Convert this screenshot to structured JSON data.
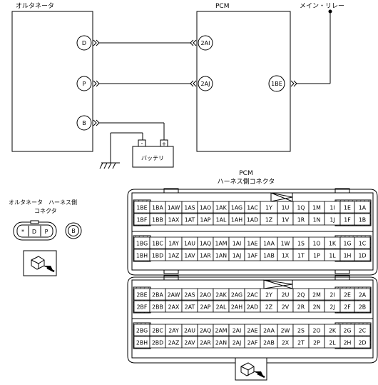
{
  "wiring": {
    "alternator_title": "オルタネータ",
    "pcm_title": "PCM",
    "main_relay": "メイン・リレー",
    "battery": "バッテリ",
    "battery_minus": "-",
    "battery_plus": "+",
    "alt_terminals": [
      "D",
      "P",
      "B"
    ],
    "pcm_left_terminals": [
      "2AI",
      "2AJ"
    ],
    "pcm_right_terminal": "1BE"
  },
  "connector_alt": {
    "title_line1": "オルタネータ　ハーネス側",
    "title_line2": "コネクタ",
    "pins": [
      "*",
      "D",
      "P"
    ],
    "b_terminal": "B"
  },
  "connector_pcm": {
    "title_line1": "PCM",
    "title_line2": "ハーネス側コネクタ",
    "c1": {
      "rows": [
        [
          "1BE",
          "1BA",
          "1AW",
          "1AS",
          "1AO",
          "1AK",
          "1AG",
          "1AC",
          "1Y",
          "1U",
          "1Q",
          "1M",
          "1I",
          "1E",
          "1A"
        ],
        [
          "1BF",
          "1BB",
          "1AX",
          "1AT",
          "1AP",
          "1AL",
          "1AH",
          "1AD",
          "1Z",
          "1V",
          "1R",
          "1N",
          "1J",
          "1F",
          "1B"
        ],
        [
          "1BG",
          "1BC",
          "1AY",
          "1AU",
          "1AQ",
          "1AM",
          "1AI",
          "1AE",
          "1AA",
          "1W",
          "1S",
          "1O",
          "1K",
          "1G",
          "1C"
        ],
        [
          "1BH",
          "1BD",
          "1AZ",
          "1AV",
          "1AR",
          "1AN",
          "1AJ",
          "1AF",
          "1AB",
          "1X",
          "1T",
          "1P",
          "1L",
          "1H",
          "1D"
        ]
      ]
    },
    "c2": {
      "rows": [
        [
          "2BE",
          "2BA",
          "2AW",
          "2AS",
          "2AO",
          "2AK",
          "2AG",
          "2AC",
          "2Y",
          "2U",
          "2Q",
          "2M",
          "2I",
          "2E",
          "2A"
        ],
        [
          "2BF",
          "2BB",
          "2AX",
          "2AT",
          "2AP",
          "2AL",
          "2AH",
          "2AD",
          "2Z",
          "2V",
          "2R",
          "2N",
          "2J",
          "2F",
          "2B"
        ],
        [
          "2BG",
          "2BC",
          "2AY",
          "2AU",
          "2AQ",
          "2AM",
          "2AI",
          "2AE",
          "2AA",
          "2W",
          "2S",
          "2O",
          "2K",
          "2G",
          "2C"
        ],
        [
          "2BH",
          "2BD",
          "2AZ",
          "2AV",
          "2AR",
          "2AN",
          "2AJ",
          "2AF",
          "2AB",
          "2X",
          "2T",
          "2P",
          "2L",
          "2H",
          "2D"
        ]
      ]
    }
  }
}
